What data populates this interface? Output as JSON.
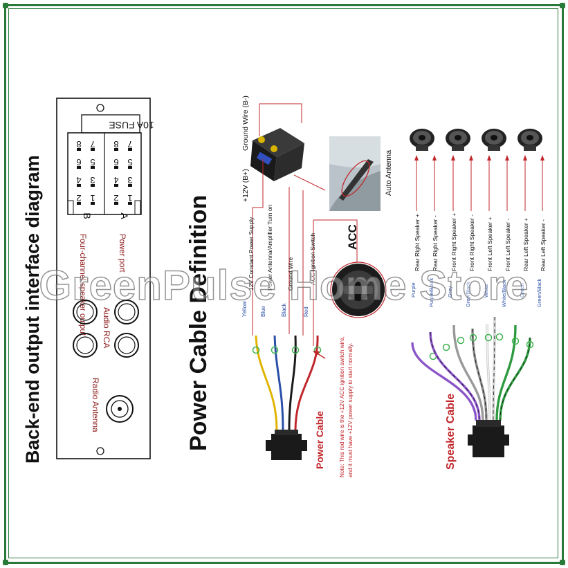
{
  "frame": {
    "accent_color": "#2a7a3b"
  },
  "left_panel": {
    "title": "Back-end output interface diagram",
    "fuse_label": "10A FUSE",
    "connector_b_letter": "B",
    "connector_a_letter": "A",
    "connector_b_pins": [
      "8",
      "7",
      "6",
      "5",
      "4",
      "3",
      "2",
      "1"
    ],
    "connector_a_pins": [
      "8",
      "7",
      "6",
      "5",
      "4",
      "3",
      "2",
      "1"
    ],
    "speaker_output_label": "Four-channel speaker output",
    "power_port_label": "Power port",
    "audio_rca_label": "Audio RCA",
    "radio_antenna_label": "Radio Antenna"
  },
  "power_section": {
    "title": "Power Cable Definition",
    "ground_label": "Ground Wire (B-)",
    "battery_plus_label": "+12V (B+)",
    "auto_antenna_label": "Auto Antenna",
    "acc_label": "ACC",
    "functions": [
      "12V Constant Power Supply",
      "Power Antenna/Amplifier Turn on",
      "Ground Wire",
      "ACC Ignition Switch"
    ],
    "colors": [
      "Yellow",
      "Blue",
      "Black",
      "Red"
    ],
    "cable_label": "Power Cable",
    "note_line1": "Note: This red wire is the +12V ACC ignition switch wire,",
    "note_line2": "and it must have +12V power supply to start normally."
  },
  "speaker_section": {
    "functions": [
      "Rear Right Speaker +",
      "Rear Right Speaker -",
      "Front Right Speaker +",
      "Front Right Speaker -",
      "Front Left Speaker +",
      "Front Left Speaker -",
      "Rear Left Speaker +",
      "Rear Left Speaker -"
    ],
    "colors": [
      "Purple",
      "Purple/Black",
      "Grey",
      "Grey/Black",
      "White",
      "White/Black",
      "Green",
      "Green/Black"
    ],
    "cable_label": "Speaker Cable"
  },
  "watermark": "GreenPulse Home Store"
}
